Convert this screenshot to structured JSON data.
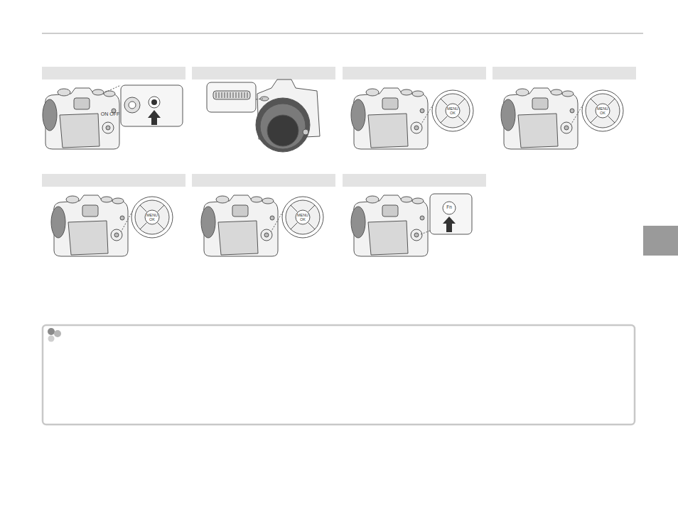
{
  "diagram": {
    "labels": [
      "ON OFF",
      "MENU OK",
      "MENU OK",
      "MENU OK",
      "MENU OK",
      "Fn"
    ]
  }
}
